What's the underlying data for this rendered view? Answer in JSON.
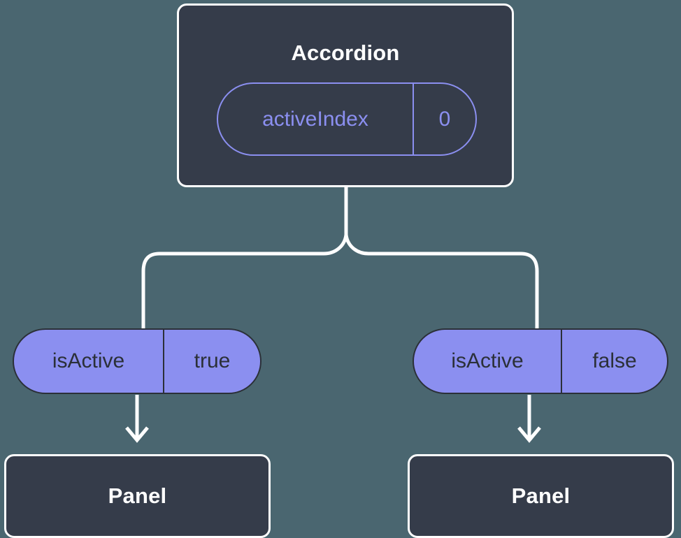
{
  "diagram": {
    "type": "component-tree",
    "background_color": "#4a6670",
    "root": {
      "label": "Accordion",
      "prop": {
        "key": "activeIndex",
        "value": "0",
        "style": "outlined",
        "accent_color": "#8b8ff0"
      }
    },
    "branches": [
      {
        "prop": {
          "key": "isActive",
          "value": "true"
        },
        "child": {
          "label": "Panel"
        }
      },
      {
        "prop": {
          "key": "isActive",
          "value": "false"
        },
        "child": {
          "label": "Panel"
        }
      }
    ],
    "colors": {
      "box_fill": "#353c4a",
      "box_border": "#ffffff",
      "pill_fill": "#8b8ff0",
      "pill_text": "#2b3038",
      "connector": "#ffffff",
      "title_text": "#ffffff"
    }
  }
}
